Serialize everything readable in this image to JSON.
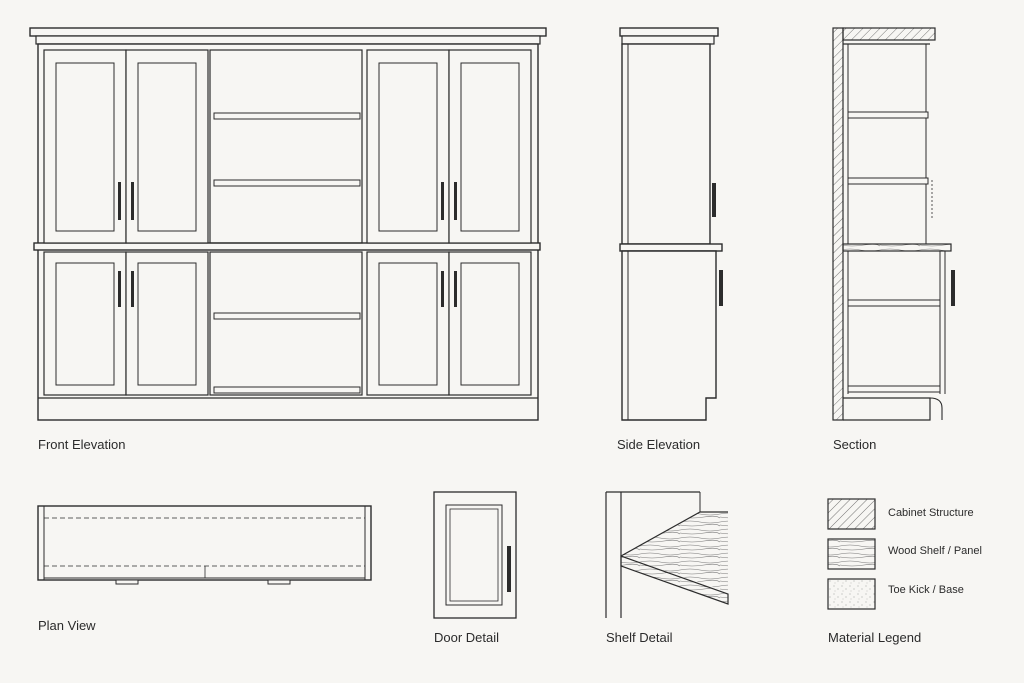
{
  "views": {
    "front_elevation": "Front Elevation",
    "side_elevation": "Side Elevation",
    "section": "Section",
    "plan_view": "Plan View",
    "door_detail": "Door Detail",
    "shelf_detail": "Shelf Detail",
    "material_legend": "Material Legend"
  },
  "legend": {
    "items": [
      {
        "label": "Cabinet Structure",
        "pattern": "diagonal-hatch"
      },
      {
        "label": "Wood Shelf / Panel",
        "pattern": "wood-grain"
      },
      {
        "label": "Toe Kick / Base",
        "pattern": "stipple"
      }
    ]
  },
  "colors": {
    "ink": "#2c2c2c",
    "paper": "#f7f6f3"
  }
}
